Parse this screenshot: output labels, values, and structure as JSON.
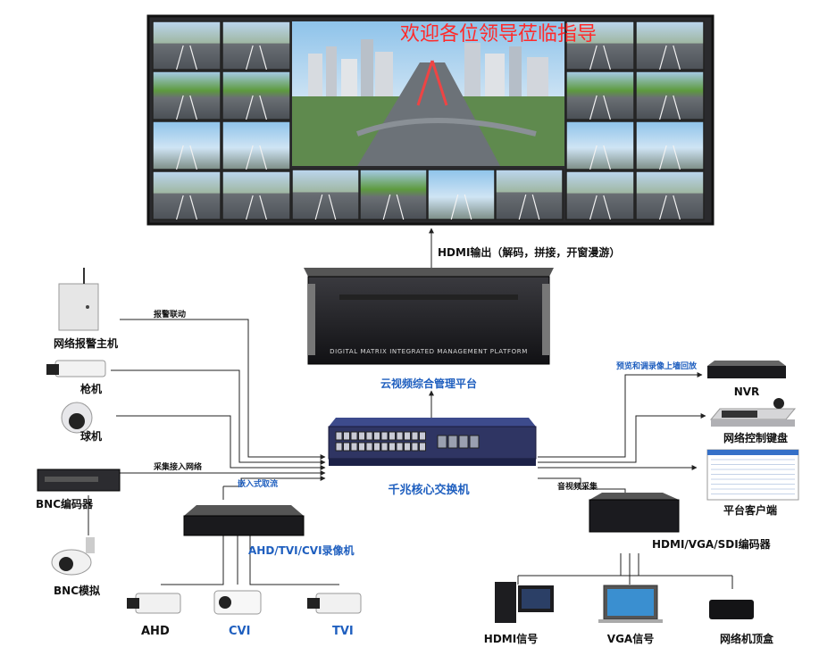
{
  "banner": "欢迎各位领导莅临指导",
  "hdmi_output": "HDMI输出（解码，拼接，开窗漫游）",
  "matrix_text": "DIGITAL MATRIX INTEGRATED MANAGEMENT PLATFORM",
  "platform_label": "云视频综合管理平台",
  "switch_label": "千兆核心交换机",
  "left": {
    "alarm_host": "网络报警主机",
    "alarm_link": "报警联动",
    "gun_camera": "枪机",
    "dome_camera": "球机",
    "collect_access": "采集接入网络",
    "bnc_encoder": "BNC编码器",
    "bnc_analog": "BNC模拟",
    "embedded_stream": "嵌入式取流",
    "dvr": "AHD/TVI/CVI录像机",
    "ahd": "AHD",
    "cvi": "CVI",
    "tvi": "TVI"
  },
  "right": {
    "preview_playback": "预览和调录像上墙回放",
    "nvr": "NVR",
    "keyboard": "网络控制键盘",
    "client": "平台客户端",
    "av_collect": "音视频采集",
    "encoder": "HDMI/VGA/SDI编码器",
    "hdmi_signal": "HDMI信号",
    "vga_signal": "VGA信号",
    "settop": "网络机顶盒"
  },
  "colors": {
    "accent": "#1f5fbf",
    "banner": "#ff2a2a",
    "line": "#222222"
  }
}
